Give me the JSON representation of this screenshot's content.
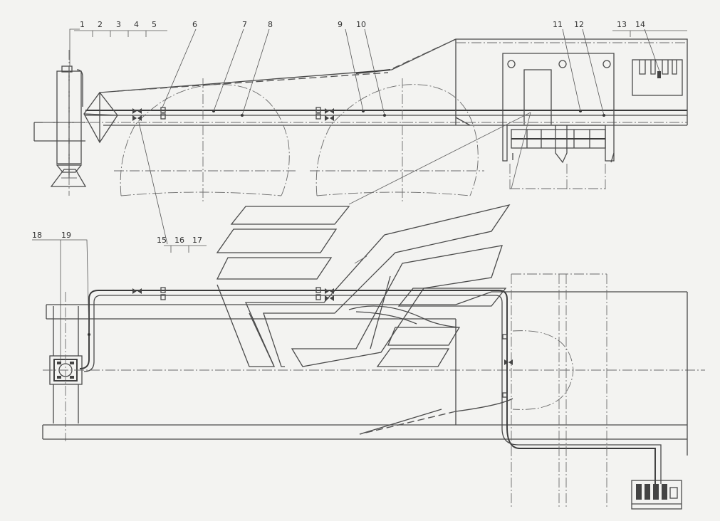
{
  "callouts": [
    {
      "id": "1",
      "text": "1"
    },
    {
      "id": "2",
      "text": "2"
    },
    {
      "id": "3",
      "text": "3"
    },
    {
      "id": "4",
      "text": "4"
    },
    {
      "id": "5",
      "text": "5"
    },
    {
      "id": "6",
      "text": "6"
    },
    {
      "id": "7",
      "text": "7"
    },
    {
      "id": "8",
      "text": "8"
    },
    {
      "id": "9",
      "text": "9"
    },
    {
      "id": "10",
      "text": "10"
    },
    {
      "id": "11",
      "text": "11"
    },
    {
      "id": "12",
      "text": "12"
    },
    {
      "id": "13",
      "text": "13"
    },
    {
      "id": "14",
      "text": "14"
    },
    {
      "id": "15",
      "text": "15"
    },
    {
      "id": "16",
      "text": "16"
    },
    {
      "id": "17",
      "text": "17"
    },
    {
      "id": "18",
      "text": "18"
    },
    {
      "id": "19",
      "text": "19"
    }
  ],
  "colors": {
    "background": "#f3f3f1",
    "line": "#4a4a4a",
    "text": "#333333"
  }
}
